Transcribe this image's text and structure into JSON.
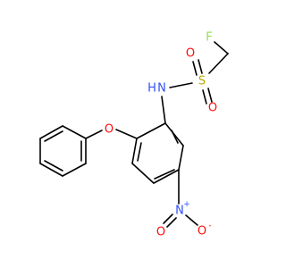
{
  "diagram": {
    "kind": "chemical-structure",
    "background": "#ffffff",
    "bond_color": "#000000",
    "atoms": {
      "fluorine": {
        "symbol": "F",
        "color": "#90e050"
      },
      "sulfur": {
        "symbol": "S",
        "color": "#b8a800"
      },
      "oxygen_sulfonyl_top": {
        "symbol": "O",
        "color": "#ff0d0d"
      },
      "oxygen_sulfonyl_bottom": {
        "symbol": "O",
        "color": "#ff0d0d"
      },
      "nitrogen_amide": {
        "symbol": "N",
        "color": "#3050f8"
      },
      "hydrogen_amide": {
        "symbol": "H",
        "color": "#3050f8"
      },
      "oxygen_ether": {
        "symbol": "O",
        "color": "#ff0d0d"
      },
      "nitrogen_nitro": {
        "symbol": "N",
        "color": "#3050f8",
        "charge": "+"
      },
      "oxygen_nitro_double": {
        "symbol": "O",
        "color": "#ff0d0d"
      },
      "oxygen_nitro_single": {
        "symbol": "O",
        "color": "#ff0d0d",
        "charge": "-"
      }
    }
  }
}
